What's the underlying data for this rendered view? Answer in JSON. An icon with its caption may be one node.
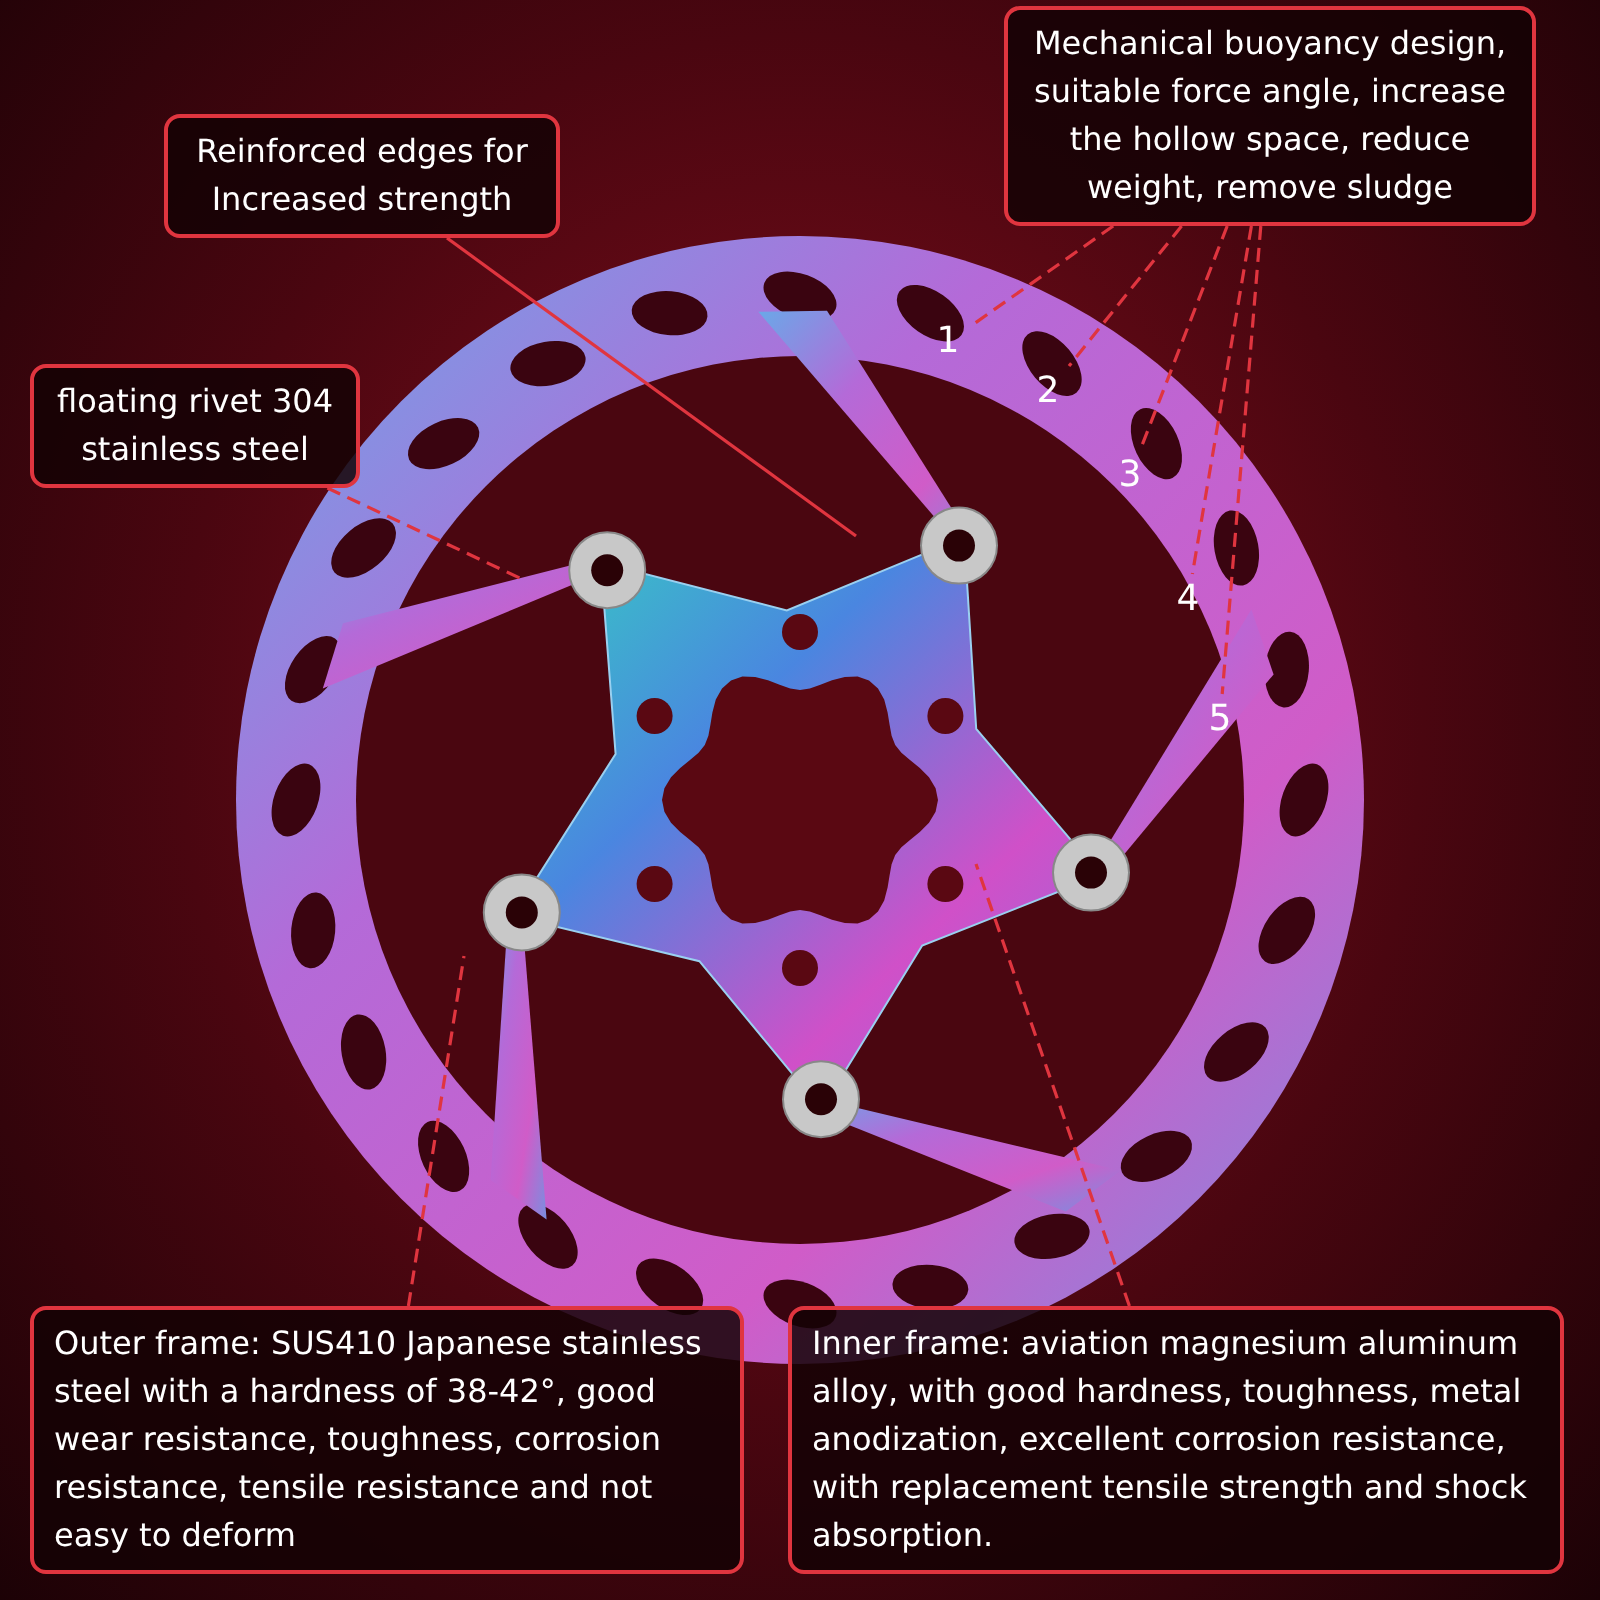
{
  "diagram": {
    "nodes": [
      {
        "text": [
          "Reinforced edges for Increased strength"
        ]
      },
      {
        "text": [
          "floating rivet 304 stainless steel"
        ]
      },
      {
        "text": [
          "Mechanical buoyancy design, suitable force angle, increase the hollow space, reduce weight, remove sludge"
        ]
      },
      {
        "text": [
          "1"
        ]
      },
      {
        "text": [
          "2"
        ]
      },
      {
        "text": [
          "3"
        ]
      },
      {
        "text": [
          "4"
        ]
      },
      {
        "text": [
          "5"
        ]
      },
      {
        "text": [
          "Outer frame: SUS410 Japanese stainless steel with a hardness of 38-42°, good wear resistance, toughness, corrosion resistance, tensile resistance and not easy to deform"
        ]
      },
      {
        "text": [
          "Inner frame: aviation magnesium aluminum alloy, with good hardness, toughness, metal anodization, excellent corrosion resistance, with replacement tensile strength and shock absorption."
        ]
      }
    ],
    "edges": [
      {
        "from": 0,
        "to": null,
        "arrow": "none"
      },
      {
        "from": 1,
        "to": null,
        "arrow": "none",
        "style": "dashed"
      },
      {
        "from": 2,
        "to": 3,
        "arrow": "none",
        "style": "dashed"
      },
      {
        "from": 2,
        "to": 4,
        "arrow": "none",
        "style": "dashed"
      },
      {
        "from": 2,
        "to": 5,
        "arrow": "none",
        "style": "dashed"
      },
      {
        "from": 2,
        "to": 6,
        "arrow": "none",
        "style": "dashed"
      },
      {
        "from": 2,
        "to": 7,
        "arrow": "none",
        "style": "dashed"
      },
      {
        "from": 8,
        "to": null,
        "arrow": "none",
        "style": "dashed"
      },
      {
        "from": 9,
        "to": null,
        "arrow": "none",
        "style": "dashed"
      }
    ]
  }
}
